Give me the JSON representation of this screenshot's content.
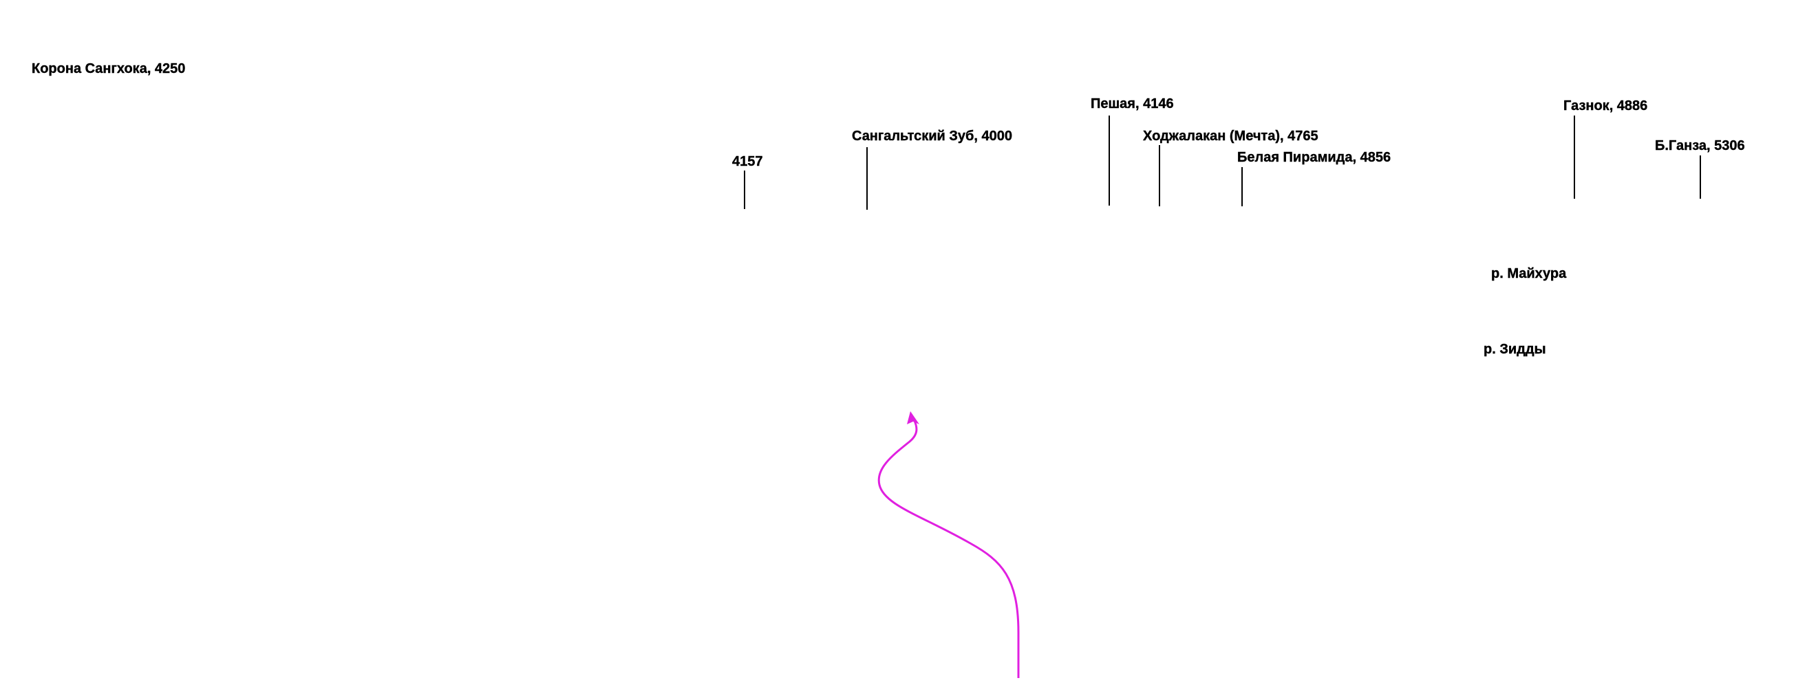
{
  "peaks": {
    "korona": "Корона Сангхока, 4250",
    "p4157": "4157",
    "sangal": "Сангальтский Зуб, 4000",
    "peshaya": "Пешая, 4146",
    "hodzh": "Ходжалакан (Мечта), 4765",
    "belaya": "Белая Пирамида, 4856",
    "gaznok": "Газнок, 4886",
    "bganza": "Б.Ганза, 5306"
  },
  "rivers": {
    "maihura": "р. Майхура",
    "zidda": "р. Зидды"
  },
  "colors": {
    "route": "#e020e0",
    "text": "#000000",
    "background": "#ffffff"
  },
  "icons": {
    "route_arrow": "arrowhead"
  }
}
